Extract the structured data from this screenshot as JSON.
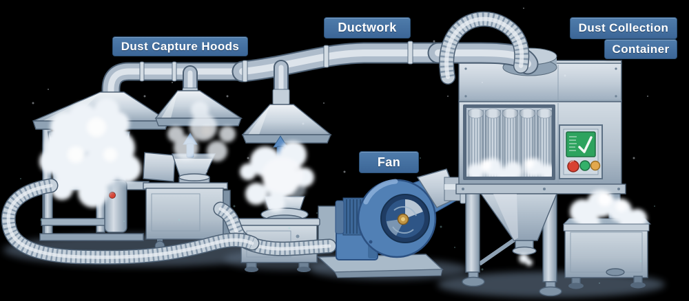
{
  "scene": {
    "labels": {
      "hoods": "Dust Capture Hoods",
      "ductwork": "Ductwork",
      "fan": "Fan",
      "container_line1": "Dust Collection",
      "container_line2": "Container"
    },
    "colors": {
      "label_bg": "#4f7cab",
      "label_bg_dark": "#3c6697",
      "label_border": "#2d5278",
      "label_text": "#ffffff",
      "steel_light": "#e8edf2",
      "steel_mid": "#b7c4d0",
      "steel_dark": "#7e92a5",
      "fan_blue": "#5180b5",
      "fan_blue_dark": "#2c5182",
      "fan_blue_deep": "#1f3c63",
      "screen_green": "#2da35e",
      "button_red": "#d84232",
      "button_green": "#33b06a",
      "button_amber": "#e2a84d",
      "arrow_blue": "#5b8cc4",
      "dust_white": "#eef3f8",
      "shadow_blue": "#6d849b"
    }
  }
}
